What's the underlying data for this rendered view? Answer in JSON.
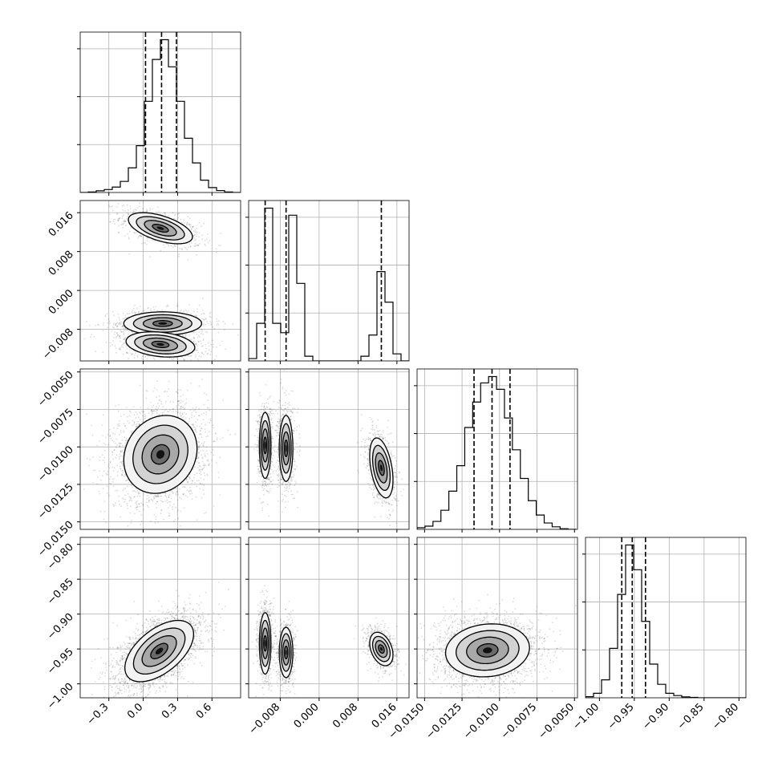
{
  "chart_data": {
    "type": "corner",
    "grid": true,
    "parameters": [
      {
        "key": "p0",
        "range": [
          -0.55,
          0.85
        ],
        "ticks": [
          -0.3,
          0.0,
          0.3,
          0.6
        ],
        "tick_labels": [
          "−0.3",
          "0.0",
          "0.3",
          "0.6"
        ],
        "quantiles": [
          0.02,
          0.16,
          0.29
        ]
      },
      {
        "key": "p1",
        "range": [
          -0.0145,
          0.0185
        ],
        "ticks": [
          -0.008,
          0.0,
          0.008,
          0.016
        ],
        "tick_labels": [
          "−0.008",
          "0.000",
          "0.008",
          "0.016"
        ],
        "quantiles": [
          -0.0111,
          -0.0068,
          0.0128
        ]
      },
      {
        "key": "p2",
        "range": [
          -0.0155,
          -0.0048
        ],
        "ticks": [
          -0.015,
          -0.0125,
          -0.01,
          -0.0075,
          -0.005
        ],
        "tick_labels": [
          "−0.0150",
          "−0.0125",
          "−0.0100",
          "−0.0075",
          "−0.0050"
        ],
        "quantiles": [
          -0.0117,
          -0.0105,
          -0.0093
        ]
      },
      {
        "key": "p3",
        "range": [
          -1.02,
          -0.79
        ],
        "ticks": [
          -1.0,
          -0.95,
          -0.9,
          -0.85,
          -0.8
        ],
        "tick_labels": [
          "−1.00",
          "−0.95",
          "−0.90",
          "−0.85",
          "−0.80"
        ],
        "quantiles": [
          -0.968,
          -0.953,
          -0.934
        ]
      }
    ],
    "histograms": [
      {
        "param": 0,
        "bins": [
          -0.55,
          -0.48,
          -0.41,
          -0.34,
          -0.27,
          -0.2,
          -0.13,
          -0.06,
          0.01,
          0.08,
          0.15,
          0.22,
          0.29,
          0.36,
          0.43,
          0.5,
          0.57,
          0.64,
          0.71,
          0.78,
          0.85
        ],
        "counts": [
          0,
          0.2,
          0.7,
          1.2,
          2.2,
          4.5,
          10,
          19,
          37,
          54,
          62,
          51,
          37,
          22,
          12,
          5,
          2,
          0.8,
          0.2,
          0,
          0
        ]
      },
      {
        "param": 1,
        "bins": [
          -0.0145,
          -0.01285,
          -0.0112,
          -0.00955,
          -0.0079,
          -0.00625,
          -0.0046,
          -0.00295,
          -0.0013,
          0.00035,
          0.002,
          0.00365,
          0.0053,
          0.00695,
          0.0086,
          0.01025,
          0.0119,
          0.01355,
          0.0152,
          0.01685,
          0.0185
        ],
        "counts": [
          1,
          16,
          65,
          16,
          12,
          62,
          33,
          2,
          0,
          0,
          0,
          0,
          0,
          0,
          2,
          11,
          38,
          25,
          3,
          0
        ]
      },
      {
        "param": 2,
        "bins": [
          -0.0155,
          -0.01497,
          -0.01444,
          -0.01391,
          -0.01338,
          -0.01285,
          -0.01232,
          -0.01179,
          -0.01126,
          -0.01073,
          -0.0102,
          -0.00967,
          -0.00914,
          -0.00861,
          -0.00808,
          -0.00755,
          -0.00702,
          -0.00649,
          -0.00596,
          -0.00543,
          -0.0049
        ],
        "counts": [
          0.5,
          1,
          2.5,
          6,
          12,
          20,
          32,
          40,
          46,
          48,
          44,
          35,
          25,
          16,
          9,
          4.5,
          2,
          0.8,
          0.2,
          0
        ]
      },
      {
        "param": 3,
        "bins": [
          -1.02,
          -1.0085,
          -0.997,
          -0.9855,
          -0.974,
          -0.9625,
          -0.951,
          -0.9395,
          -0.928,
          -0.9165,
          -0.905,
          -0.8935,
          -0.882,
          -0.8705,
          -0.859,
          -0.8475,
          -0.836,
          -0.8245,
          -0.813,
          -0.8015,
          -0.79
        ],
        "counts": [
          0.5,
          2,
          8,
          22,
          46,
          68,
          57,
          34,
          15,
          6,
          2,
          1,
          0.4,
          0.2,
          0,
          0,
          0,
          0,
          0,
          0
        ]
      }
    ],
    "joint": [
      {
        "x": 0,
        "y": 1,
        "clusters": [
          {
            "mx": 0.15,
            "my": 0.0128,
            "sx": 0.14,
            "sy": 0.0016,
            "rho": -0.55
          },
          {
            "mx": 0.17,
            "my": -0.0068,
            "sx": 0.17,
            "sy": 0.0012,
            "rho": 0.0
          },
          {
            "mx": 0.15,
            "my": -0.0111,
            "sx": 0.15,
            "sy": 0.0013,
            "rho": -0.25
          }
        ]
      },
      {
        "x": 0,
        "y": 2,
        "clusters": [
          {
            "mx": 0.15,
            "my": -0.0105,
            "sx": 0.16,
            "sy": 0.0013,
            "rho": 0.15
          }
        ]
      },
      {
        "x": 1,
        "y": 2,
        "clusters": [
          {
            "mx": -0.0111,
            "my": -0.0099,
            "sx": 0.0006,
            "sy": 0.0011,
            "rho": 0.0
          },
          {
            "mx": -0.0068,
            "my": -0.0101,
            "sx": 0.0007,
            "sy": 0.0011,
            "rho": 0.0
          },
          {
            "mx": 0.0128,
            "my": -0.0114,
            "sx": 0.0012,
            "sy": 0.001,
            "rho": -0.4
          }
        ]
      },
      {
        "x": 0,
        "y": 3,
        "clusters": [
          {
            "mx": 0.14,
            "my": -0.953,
            "sx": 0.15,
            "sy": 0.022,
            "rho": 0.55
          }
        ]
      },
      {
        "x": 1,
        "y": 3,
        "clusters": [
          {
            "mx": -0.0111,
            "my": -0.942,
            "sx": 0.0006,
            "sy": 0.022,
            "rho": 0.0
          },
          {
            "mx": -0.0068,
            "my": -0.955,
            "sx": 0.0007,
            "sy": 0.018,
            "rho": 0.0
          },
          {
            "mx": 0.0128,
            "my": -0.95,
            "sx": 0.0012,
            "sy": 0.012,
            "rho": -0.35
          }
        ]
      },
      {
        "x": 2,
        "y": 3,
        "clusters": [
          {
            "mx": -0.0108,
            "my": -0.952,
            "sx": 0.0014,
            "sy": 0.019,
            "rho": 0.1
          }
        ]
      }
    ]
  }
}
